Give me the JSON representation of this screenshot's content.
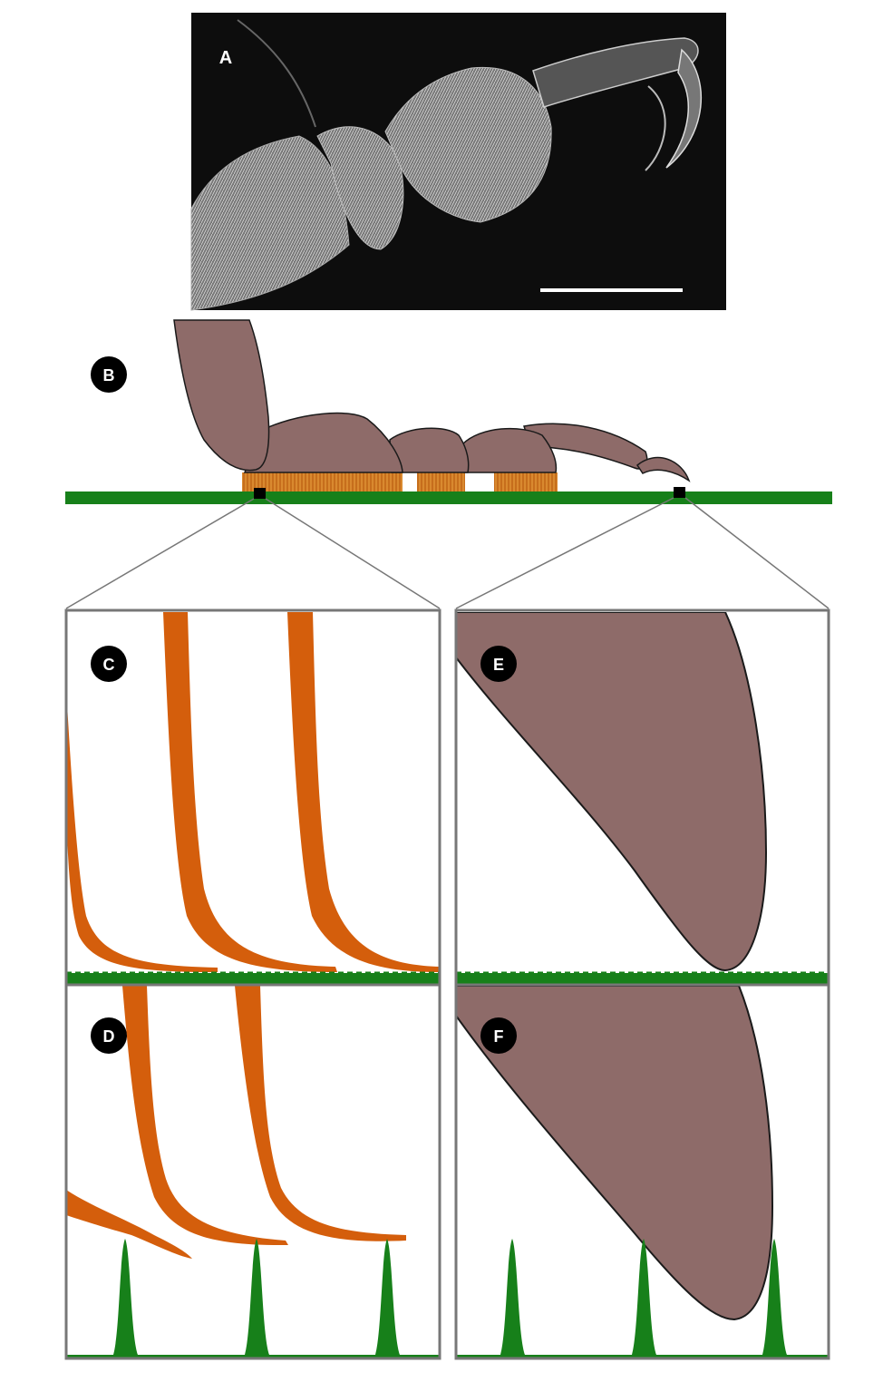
{
  "figure": {
    "panels": {
      "a": {
        "label": "A"
      },
      "b": {
        "label": "B"
      },
      "c": {
        "label": "C"
      },
      "d": {
        "label": "D"
      },
      "e": {
        "label": "E"
      },
      "f": {
        "label": "F"
      }
    }
  },
  "colors": {
    "cuticle": "#8e6b69",
    "setae": "#d45e0c",
    "substrate": "#17801a",
    "frame": "#777777",
    "photo_bg": "#0d0d0d",
    "label_bg": "#000000",
    "label_text": "#ffffff"
  }
}
